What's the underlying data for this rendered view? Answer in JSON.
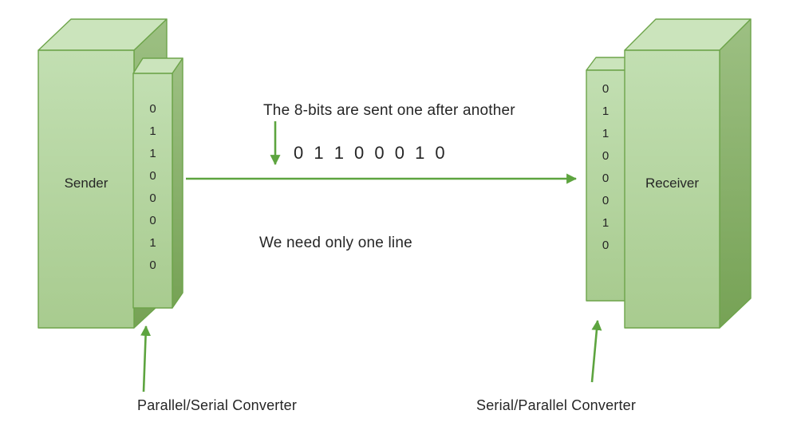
{
  "diagram": {
    "nodes": {
      "sender": {
        "label": "Sender"
      },
      "receiver": {
        "label": "Receiver"
      }
    },
    "converters": {
      "sender_side": {
        "label": "Parallel/Serial Converter",
        "bits": [
          "0",
          "1",
          "1",
          "0",
          "0",
          "0",
          "1",
          "0"
        ]
      },
      "receiver_side": {
        "label": "Serial/Parallel Converter",
        "bits": [
          "0",
          "1",
          "1",
          "0",
          "0",
          "0",
          "1",
          "0"
        ]
      }
    },
    "annotations": {
      "serial_note": "The 8-bits are sent one after another",
      "serial_bits": "0  1  1  0  0  0  1  0",
      "line_note": "We need only one line"
    },
    "colors": {
      "box_face_top": "#cbe4bc",
      "box_face_front_light": "#c2dfb2",
      "box_face_front_dark": "#a8cb8f",
      "box_face_side_light": "#9dc083",
      "box_face_side_dark": "#76a255",
      "box_outline": "#6da44a",
      "arrow_green": "#5da43f",
      "text": "#262626",
      "background": "#ffffff"
    }
  }
}
